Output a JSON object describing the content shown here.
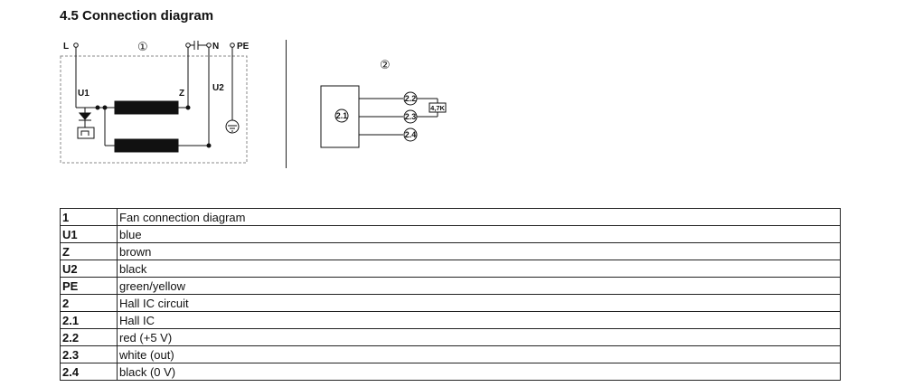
{
  "heading": "4.5 Connection diagram",
  "diagram1": {
    "marker": "①",
    "labels": {
      "L": "L",
      "N": "N",
      "PE": "PE",
      "U1": "U1",
      "Z": "Z",
      "U2": "U2"
    }
  },
  "diagram2": {
    "marker": "②",
    "labels": {
      "c21": "2.1",
      "c22": "2.2",
      "c23": "2.3",
      "c24": "2.4",
      "resistor": "4,7K"
    }
  },
  "legend": {
    "rows": [
      {
        "key": "1",
        "value": "Fan connection diagram"
      },
      {
        "key": "U1",
        "value": "blue"
      },
      {
        "key": "Z",
        "value": "brown"
      },
      {
        "key": "U2",
        "value": "black"
      },
      {
        "key": "PE",
        "value": "green/yellow"
      },
      {
        "key": "2",
        "value": "Hall IC circuit"
      },
      {
        "key": "2.1",
        "value": "Hall IC"
      },
      {
        "key": "2.2",
        "value": "red (+5 V)"
      },
      {
        "key": "2.3",
        "value": "white (out)"
      },
      {
        "key": "2.4",
        "value": "black (0 V)"
      }
    ]
  }
}
